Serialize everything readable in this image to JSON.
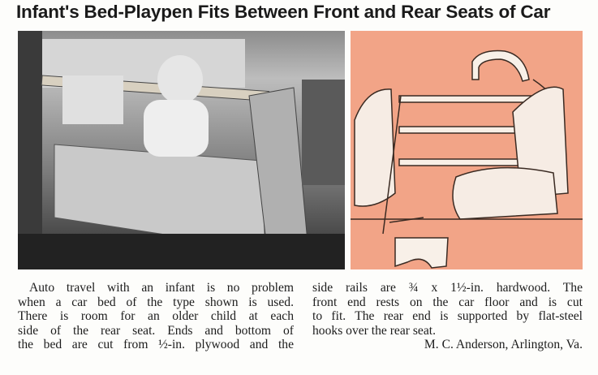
{
  "title": "Infant's Bed-Playpen Fits Between Front and Rear Seats of Car",
  "body_left": [
    "Auto travel with an infant is no problem",
    "when a car bed of the type shown is used.",
    "There is room for an older child at each",
    "side of the rear seat.  Ends and bottom of",
    "the bed are cut from ½-in. plywood and the"
  ],
  "body_right": [
    "side rails are ¾ x 1½-in. hardwood.  The",
    "front end rests on the car floor and is cut",
    "to fit. The rear end is supported by flat-steel",
    "hooks over the rear seat."
  ],
  "byline": "M. C. Anderson, Arlington, Va.",
  "colors": {
    "illustration_bg": "#f2a487",
    "text": "#1c1c1c"
  }
}
